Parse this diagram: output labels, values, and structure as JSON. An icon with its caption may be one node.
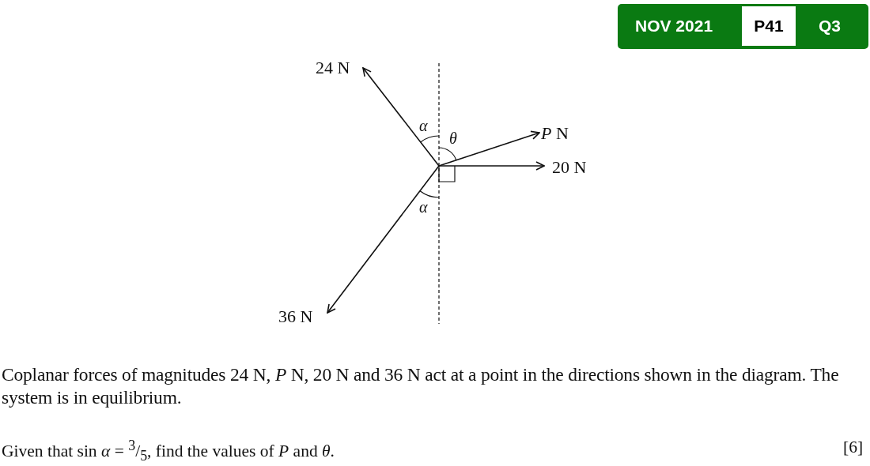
{
  "diagram": {
    "labels": [
      "NOV 2021",
      "P41",
      "Q3",
      "24 N",
      "α",
      "θ",
      "*P* N",
      "20 N",
      "α",
      "36 N",
      "Coplanar forces of magnitudes 24 N, *P* N, 20 N and 36 N act at a point in the directions shown in the diagram. The system is in equilibrium.",
      "Given that sin *α* = $^{3}$/$_{5}$, find the values of *P* and *θ*.",
      "[6]"
    ]
  }
}
